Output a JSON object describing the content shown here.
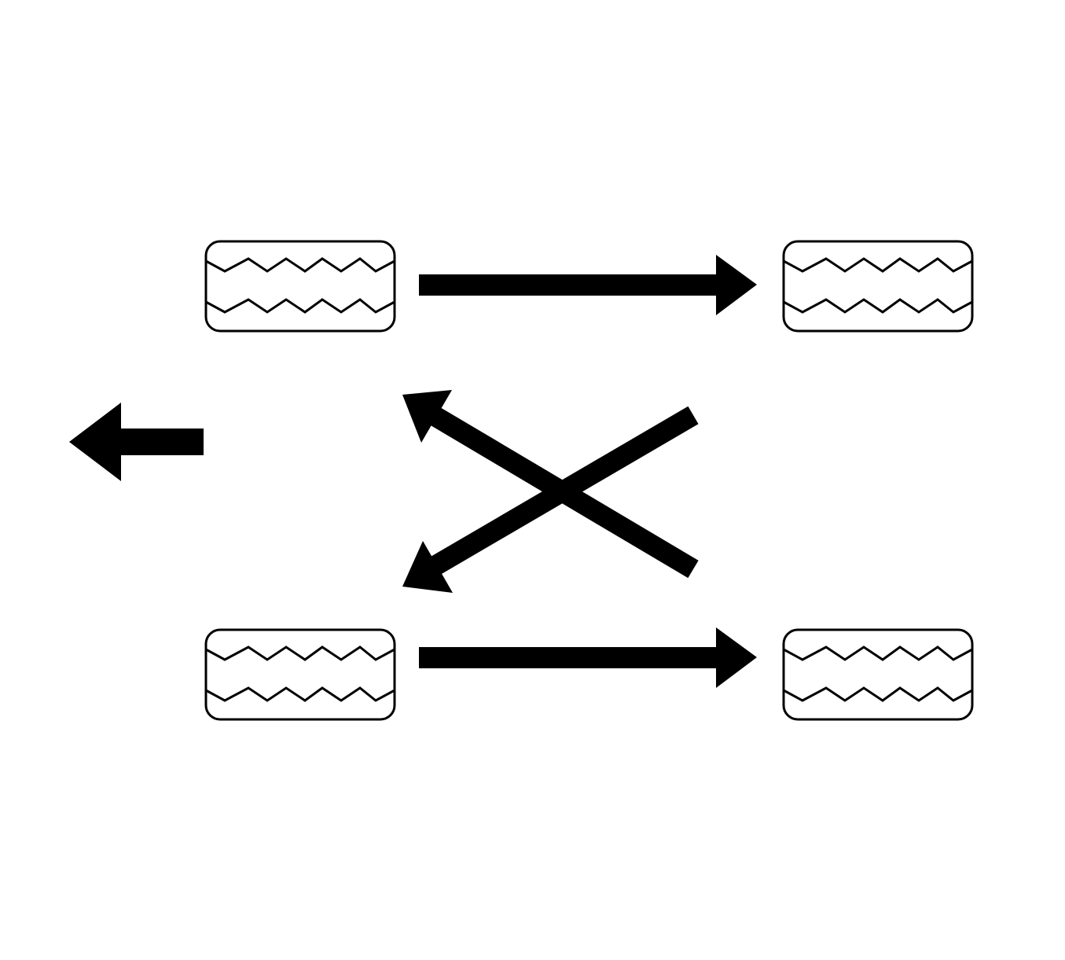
{
  "diagram": {
    "type": "tire-rotation-pattern",
    "colors": {
      "background": "#ffffff",
      "ink": "#000000"
    },
    "tires": [
      {
        "id": "tire-left-top",
        "position": "left-front"
      },
      {
        "id": "tire-right-top",
        "position": "right-front"
      },
      {
        "id": "tire-left-bottom",
        "position": "left-rear"
      },
      {
        "id": "tire-right-bottom",
        "position": "right-rear"
      }
    ],
    "arrows": [
      {
        "id": "direction-arrow",
        "meaning": "vehicle-front",
        "icon": "arrow-left-icon"
      },
      {
        "id": "top-rotation-arrow",
        "icon": "arrow-right-icon"
      },
      {
        "id": "bottom-rotation-arrow",
        "icon": "arrow-right-icon"
      },
      {
        "id": "cross-arrow-to-top",
        "icon": "arrow-up-left-icon"
      },
      {
        "id": "cross-arrow-to-bottom",
        "icon": "arrow-down-left-icon"
      }
    ]
  }
}
